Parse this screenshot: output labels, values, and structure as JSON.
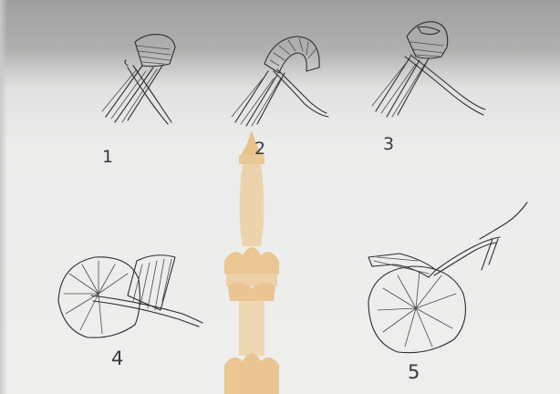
{
  "figures": [
    {
      "label": "1"
    },
    {
      "label": "2"
    },
    {
      "label": "3"
    },
    {
      "label": "4"
    },
    {
      "label": "5"
    }
  ],
  "watermark": {
    "icon": "royal-lamp-post-emblem",
    "color": "#e8a040"
  }
}
